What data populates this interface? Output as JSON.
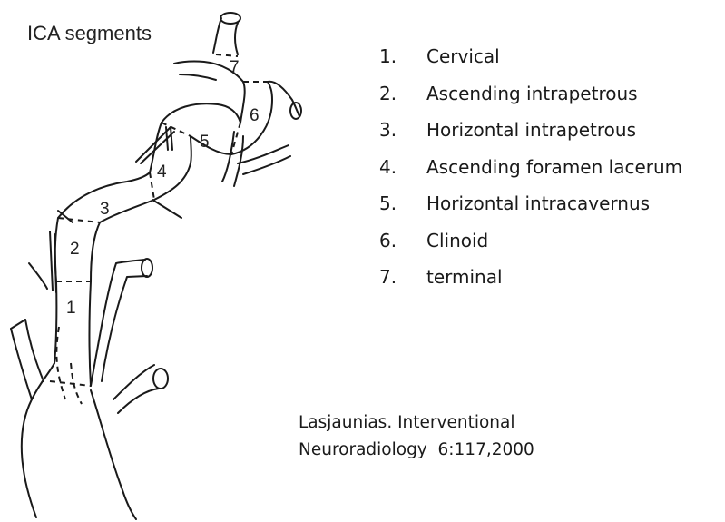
{
  "figure": {
    "title": "ICA segments"
  },
  "segment_labels": [
    "1",
    "2",
    "3",
    "4",
    "5",
    "6",
    "7"
  ],
  "legend": [
    {
      "num": "1.",
      "name": "Cervical"
    },
    {
      "num": "2.",
      "name": "Ascending intrapetrous"
    },
    {
      "num": "3.",
      "name": "Horizontal intrapetrous"
    },
    {
      "num": "4.",
      "name": "Ascending foramen lacerum"
    },
    {
      "num": "5.",
      "name": "Horizontal intracavernus"
    },
    {
      "num": "6.",
      "name": "Clinoid"
    },
    {
      "num": "7.",
      "name": "terminal"
    }
  ],
  "citation": {
    "line1": "Lasjaunias. Interventional",
    "line2": "Neuroradiology  6:117,2000"
  }
}
